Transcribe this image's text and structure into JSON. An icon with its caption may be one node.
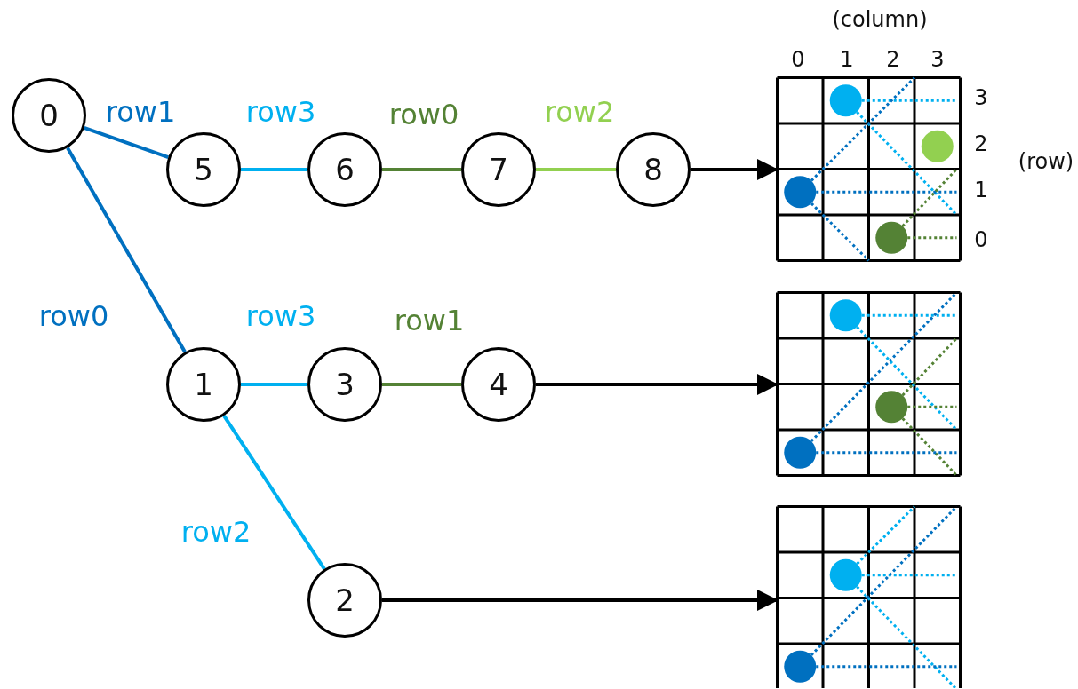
{
  "diagram": {
    "nodes": [
      {
        "text": [
          "0"
        ]
      },
      {
        "text": [
          "1"
        ]
      },
      {
        "text": [
          "2"
        ]
      },
      {
        "text": [
          "3"
        ]
      },
      {
        "text": [
          "4"
        ]
      },
      {
        "text": [
          "5"
        ]
      },
      {
        "text": [
          "6"
        ]
      },
      {
        "text": [
          "7"
        ]
      },
      {
        "text": [
          "8"
        ]
      },
      {
        "text": [],
        "shape": "grid"
      },
      {
        "text": [],
        "shape": "grid"
      },
      {
        "text": [],
        "shape": "grid"
      }
    ],
    "edges": [
      {
        "from": 0,
        "to": 5,
        "arrow": "none",
        "label": "row1",
        "color": "#0070c0"
      },
      {
        "from": 5,
        "to": 6,
        "arrow": "none",
        "label": "row3",
        "color": "#00b0f0"
      },
      {
        "from": 6,
        "to": 7,
        "arrow": "none",
        "label": "row0",
        "color": "#548235"
      },
      {
        "from": 7,
        "to": 8,
        "arrow": "none",
        "label": "row2",
        "color": "#92d050"
      },
      {
        "from": 8,
        "to": 9,
        "arrow": "to",
        "color": "#000000"
      },
      {
        "from": 0,
        "to": 1,
        "arrow": "none",
        "label": "row0",
        "color": "#0070c0"
      },
      {
        "from": 1,
        "to": 3,
        "arrow": "none",
        "label": "row3",
        "color": "#00b0f0"
      },
      {
        "from": 3,
        "to": 4,
        "arrow": "none",
        "label": "row1",
        "color": "#548235"
      },
      {
        "from": 4,
        "to": 10,
        "arrow": "to",
        "color": "#000000"
      },
      {
        "from": 1,
        "to": 2,
        "arrow": "none",
        "label": "row2",
        "color": "#00b0f0"
      },
      {
        "from": 2,
        "to": 11,
        "arrow": "to",
        "color": "#000000"
      }
    ],
    "labels": [
      "(column)",
      "0",
      "1",
      "2",
      "3",
      "3",
      "2",
      "(row)",
      "1",
      "0"
    ]
  }
}
